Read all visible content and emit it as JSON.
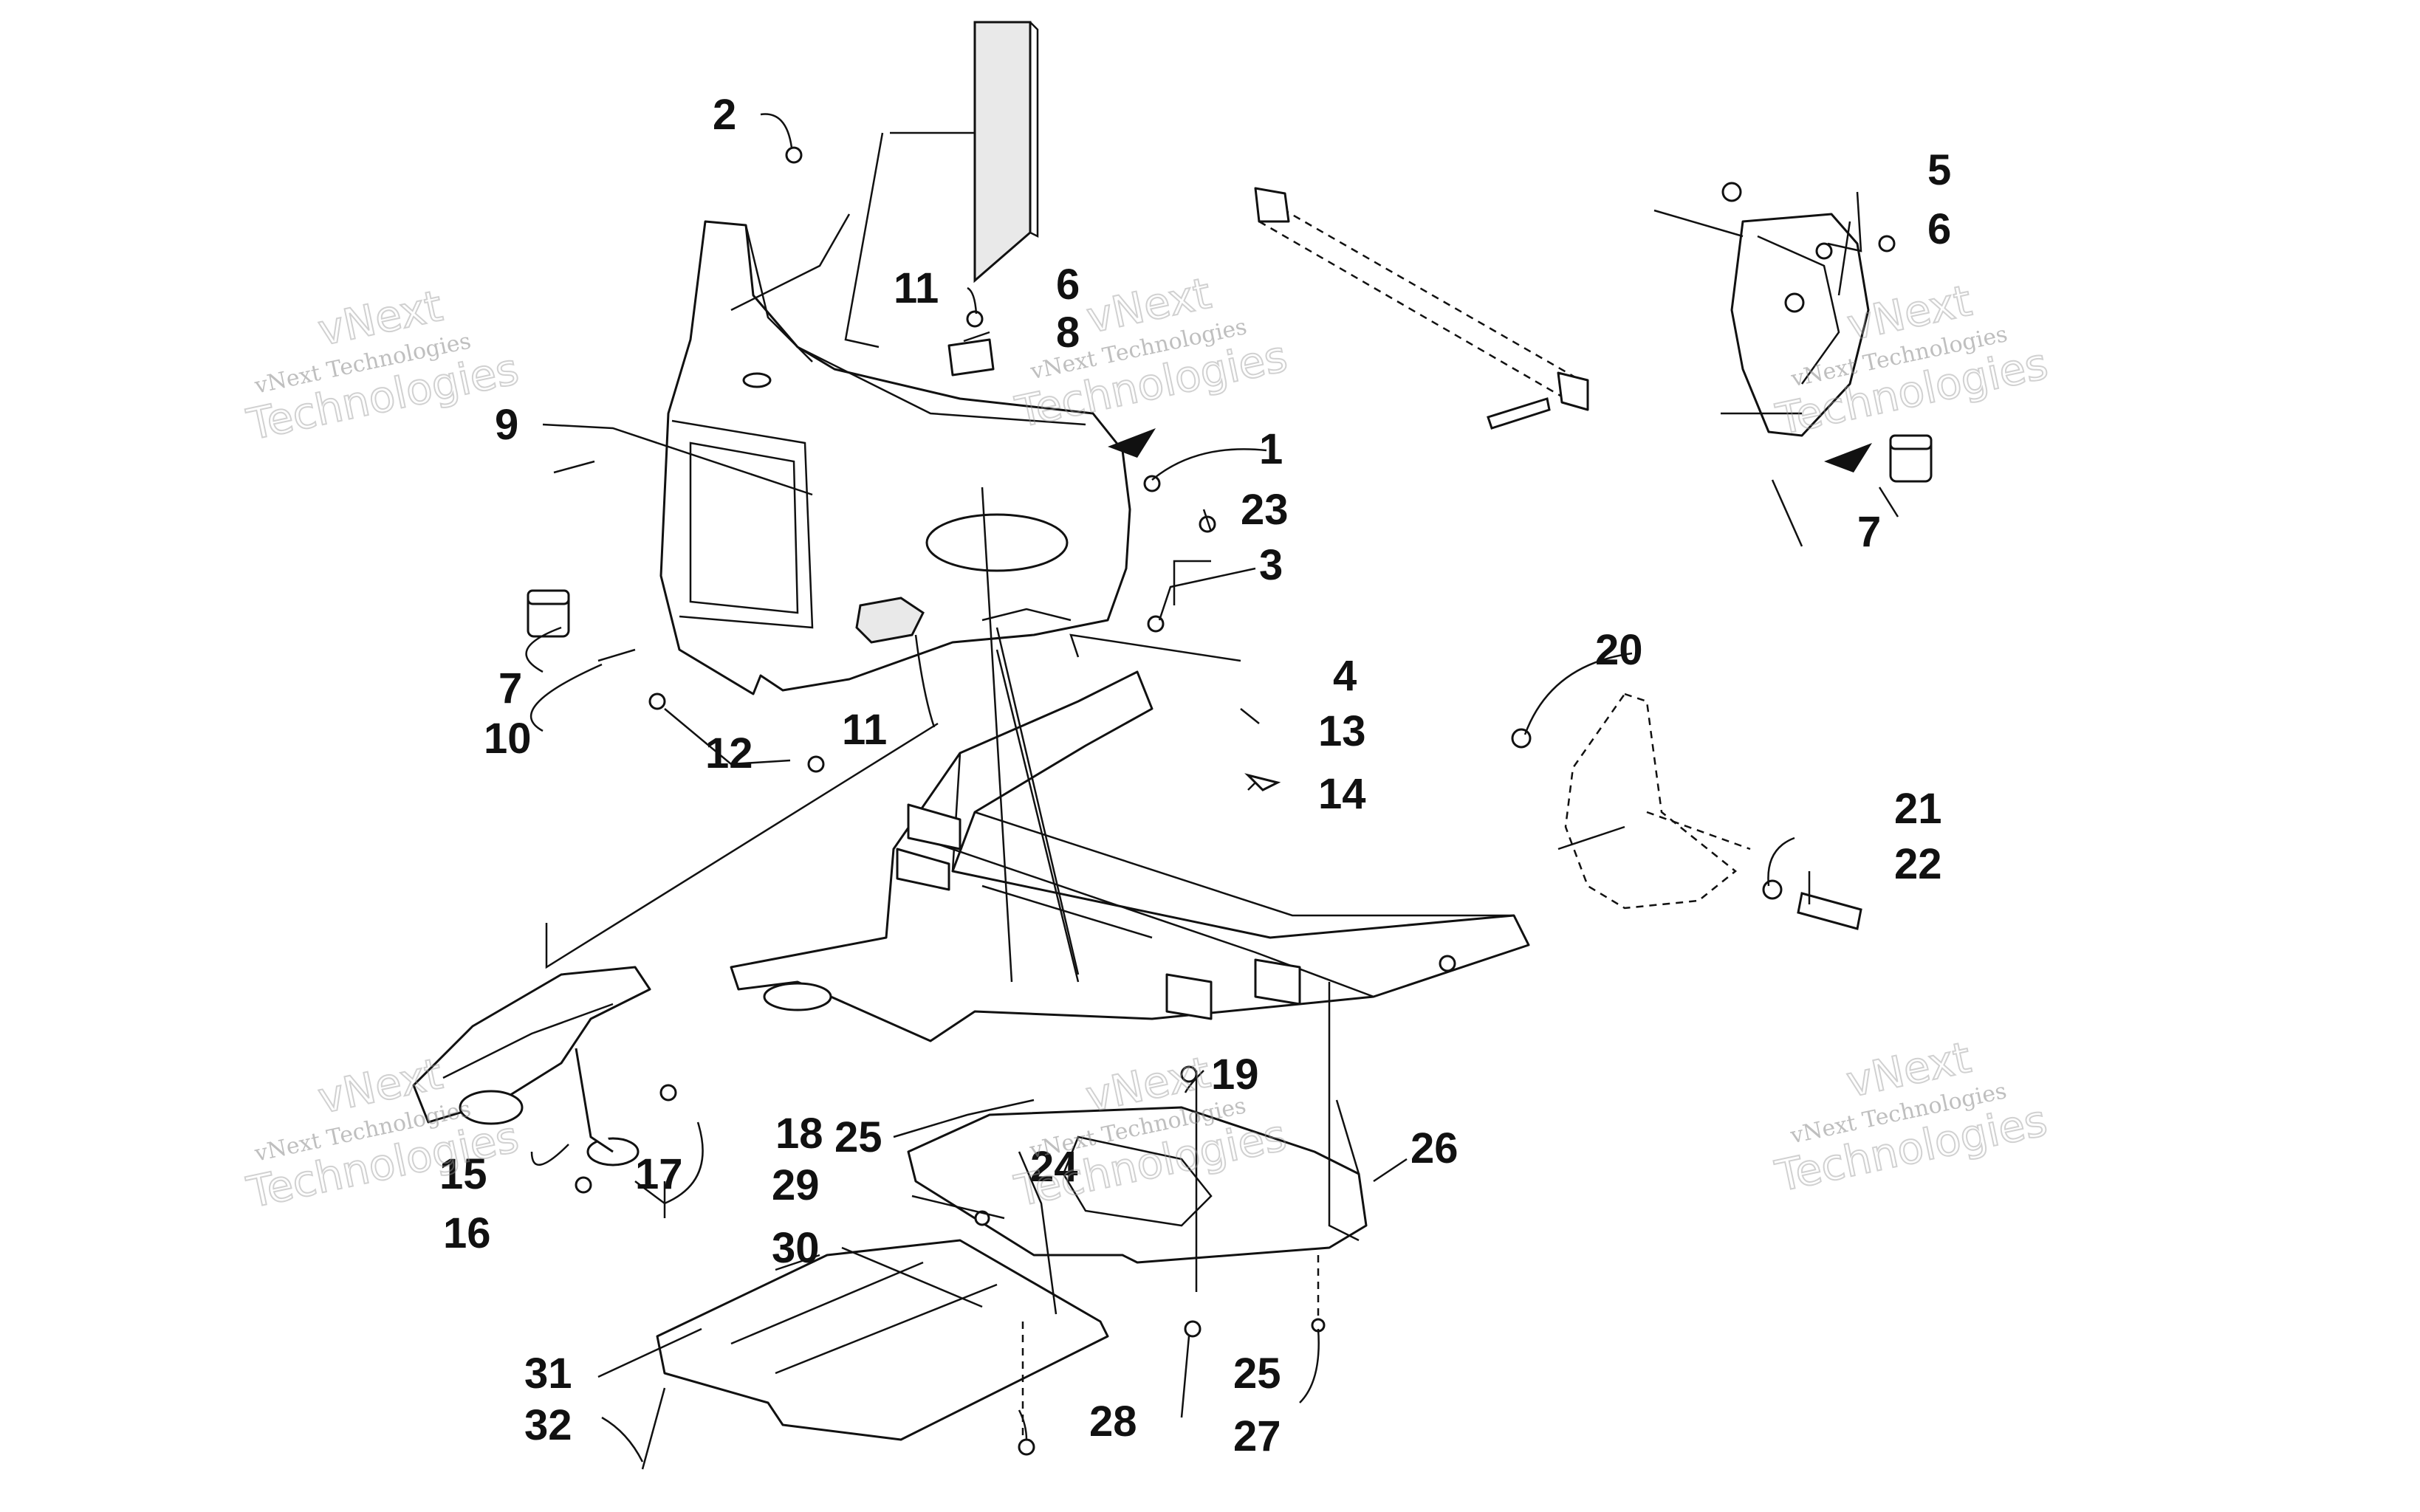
{
  "diagram": {
    "part_callouts": [
      "1",
      "2",
      "3",
      "4",
      "5",
      "6",
      "6",
      "7",
      "7",
      "8",
      "9",
      "10",
      "11",
      "11",
      "12",
      "13",
      "14",
      "15",
      "16",
      "17",
      "18",
      "19",
      "20",
      "21",
      "22",
      "23",
      "24",
      "25",
      "25",
      "26",
      "27",
      "28",
      "29",
      "30",
      "31",
      "32"
    ]
  },
  "watermark": {
    "line1": "vNext",
    "line2": "vNext Technologies",
    "line3": "Technologies"
  }
}
